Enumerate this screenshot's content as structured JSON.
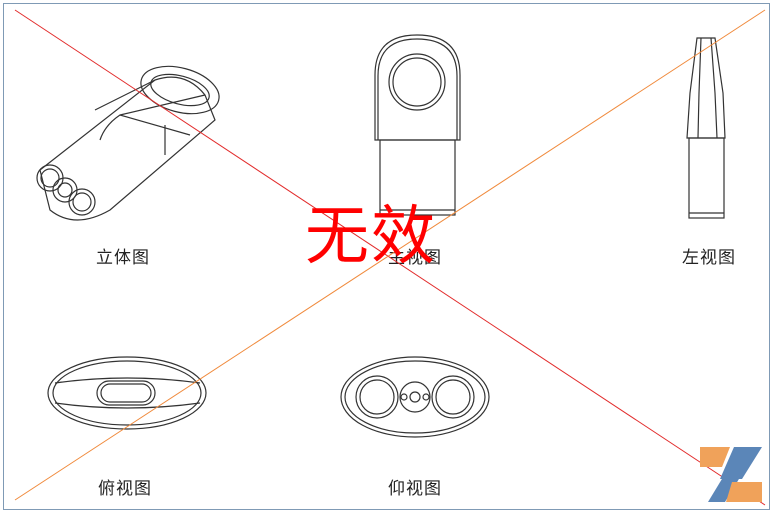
{
  "views": {
    "perspective": "立体图",
    "front": "主视图",
    "left": "左视图",
    "top": "俯视图",
    "bottom": "仰视图"
  },
  "stamp_text": "无效",
  "colors": {
    "line": "#333333",
    "cross_red": "#e22b2b",
    "cross_orange": "#f08a3c",
    "stamp": "#ff0000",
    "frame": "#7f9ab5",
    "logo_orange": "#f0a25a",
    "logo_blue": "#5b86b8"
  },
  "logo": {
    "icon": "z-logo-icon"
  }
}
